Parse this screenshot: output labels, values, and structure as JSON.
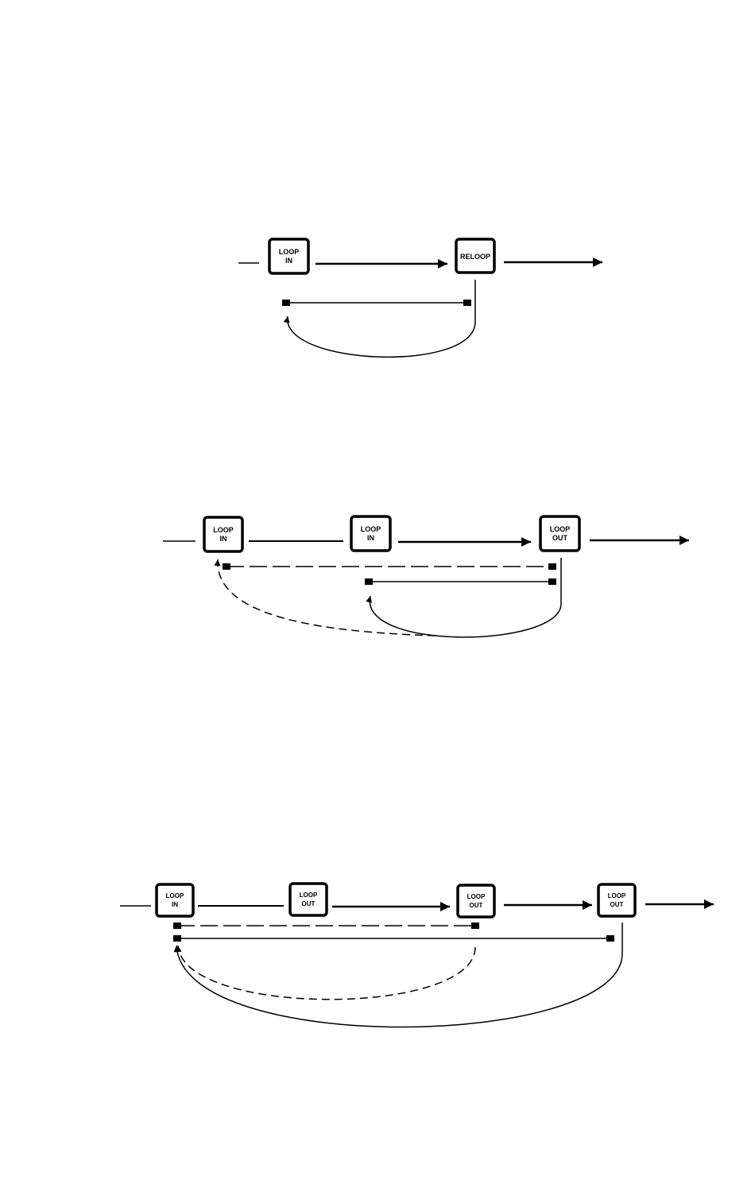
{
  "diagram_1": {
    "button_loop_in": {
      "line1": "LOOP",
      "line2": "IN"
    },
    "button_reloop": {
      "label": "RELOOP"
    }
  },
  "diagram_2": {
    "button_loop_in_first": {
      "line1": "LOOP",
      "line2": "IN"
    },
    "button_loop_in_second": {
      "line1": "LOOP",
      "line2": "IN"
    },
    "button_loop_out": {
      "line1": "LOOP",
      "line2": "OUT"
    }
  },
  "diagram_3": {
    "button_loop_in": {
      "line1": "LOOP",
      "line2": "IN"
    },
    "button_loop_out_first": {
      "line1": "LOOP",
      "line2": "OUT"
    },
    "button_loop_out_second": {
      "line1": "LOOP",
      "line2": "OUT"
    },
    "button_loop_out_third": {
      "line1": "LOOP",
      "line2": "OUT"
    }
  },
  "colors": {
    "ink": "#000000",
    "paper": "#ffffff"
  }
}
